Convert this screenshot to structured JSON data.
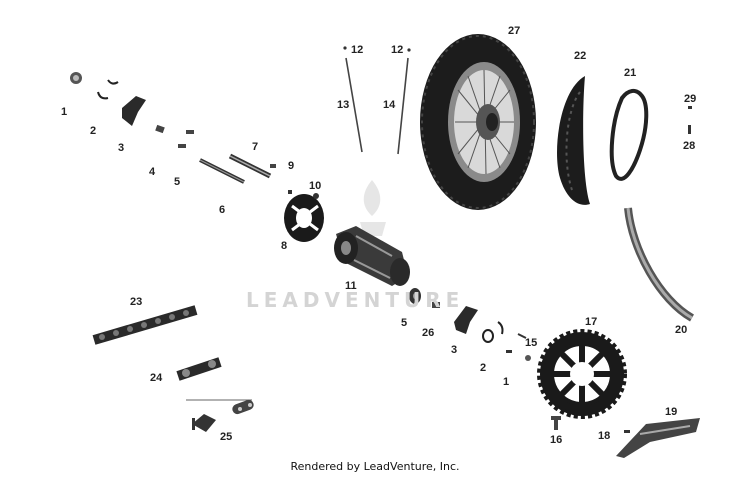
{
  "watermark": "LEADVENTURE",
  "credit": "Rendered by LeadVenture, Inc.",
  "callouts": [
    {
      "id": "1a",
      "text": "1"
    },
    {
      "id": "2a",
      "text": "2"
    },
    {
      "id": "3a",
      "text": "3"
    },
    {
      "id": "4",
      "text": "4"
    },
    {
      "id": "5a",
      "text": "5"
    },
    {
      "id": "6",
      "text": "6"
    },
    {
      "id": "7",
      "text": "7"
    },
    {
      "id": "8",
      "text": "8"
    },
    {
      "id": "9",
      "text": "9"
    },
    {
      "id": "10",
      "text": "10"
    },
    {
      "id": "11",
      "text": "11"
    },
    {
      "id": "12a",
      "text": "12"
    },
    {
      "id": "12b",
      "text": "12"
    },
    {
      "id": "13",
      "text": "13"
    },
    {
      "id": "14",
      "text": "14"
    },
    {
      "id": "15",
      "text": "15"
    },
    {
      "id": "16",
      "text": "16"
    },
    {
      "id": "17",
      "text": "17"
    },
    {
      "id": "18",
      "text": "18"
    },
    {
      "id": "19",
      "text": "19"
    },
    {
      "id": "20",
      "text": "20"
    },
    {
      "id": "21",
      "text": "21"
    },
    {
      "id": "22",
      "text": "22"
    },
    {
      "id": "23",
      "text": "23"
    },
    {
      "id": "24",
      "text": "24"
    },
    {
      "id": "25",
      "text": "25"
    },
    {
      "id": "26",
      "text": "26"
    },
    {
      "id": "27",
      "text": "27"
    },
    {
      "id": "28",
      "text": "28"
    },
    {
      "id": "29",
      "text": "29"
    },
    {
      "id": "5b",
      "text": "5"
    },
    {
      "id": "3b",
      "text": "3"
    },
    {
      "id": "2b",
      "text": "2"
    },
    {
      "id": "1b",
      "text": "1"
    }
  ]
}
